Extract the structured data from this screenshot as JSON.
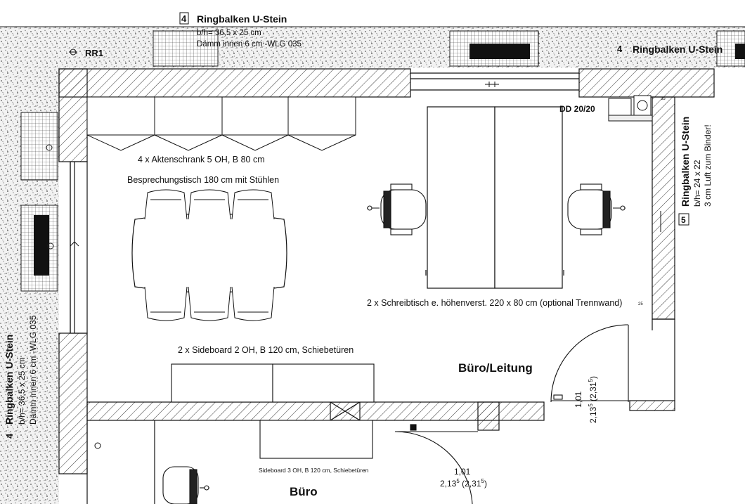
{
  "plan": {
    "room_main": "Büro/Leitung",
    "room_lower": "Büro",
    "ref_tag": "RR1",
    "dd_label": "DD 20/20"
  },
  "ringbalken_top": {
    "number": "4",
    "title": "Ringbalken U-Stein",
    "dims": "b/h= 36,5 x 25 cm",
    "insulation": "Dämm innen 6 cm -WLG 035"
  },
  "ringbalken_top_right": {
    "number": "4",
    "title": "Ringbalken U-Stein"
  },
  "ringbalken_right": {
    "number": "5",
    "title": "Ringbalken U-Stein",
    "dims": "b/h= 24 x 22",
    "note": "3 cm Luft zum Binder!"
  },
  "ringbalken_left": {
    "number": "4",
    "title": "Ringbalken U-Stein",
    "dims": "b/h= 36,5 x 25 cm",
    "insulation": "Dämm innen 6 cm -WLG 035"
  },
  "furniture": {
    "cabinets": "4 x Aktenschrank 5 OH, B 80 cm",
    "meeting_table": "Besprechungstisch 180 cm mit Stühlen",
    "desks": "2 x Schreibtisch e. höhenverst. 220 x 80 cm (optional Trennwand)",
    "sideboard_main": "2 x Sideboard 2 OH, B 120 cm, Schiebetüren",
    "sideboard_lower": "Sideboard 3 OH, B 120 cm, Schiebetüren"
  },
  "door_right": {
    "width": "1,01",
    "height_base": "2,13",
    "height_sup": "5",
    "height_alt_base": "(2,31",
    "height_alt_sup": "5",
    "close": ")"
  },
  "door_lower": {
    "width": "1,01",
    "height_base": "2,13",
    "height_sup": "5",
    "height_alt_base": "(2,31",
    "height_alt_sup": "5",
    "close": ")"
  },
  "small_marks": {
    "n35": "35",
    "n25": "25"
  }
}
